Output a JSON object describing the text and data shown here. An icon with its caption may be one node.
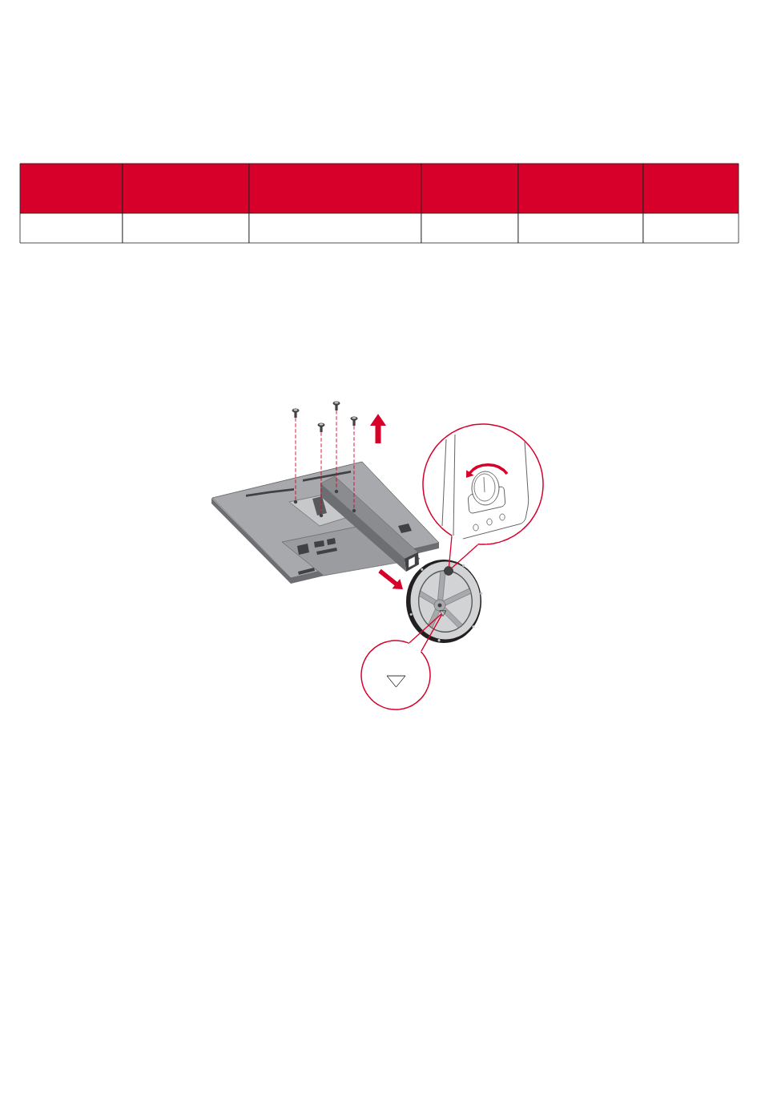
{
  "diagram": {
    "nodes": [
      {
        "text": [],
        "shape": "picture"
      },
      {
        "text": [],
        "shape": "picture"
      },
      {
        "text": [],
        "shape": "picture"
      },
      {
        "text": [],
        "shape": "picture"
      },
      {
        "text": [],
        "shape": "picture"
      },
      {
        "text": [],
        "shape": "circle",
        "in": 4
      },
      {
        "text": [],
        "shape": "circle",
        "in": 4
      },
      {
        "text": [],
        "shape": "circle",
        "in": 4
      },
      {
        "text": [],
        "shape": "circle",
        "in": 4
      },
      {
        "text": [],
        "shape": "circle"
      },
      {
        "text": [],
        "shape": "picture"
      },
      {
        "text": [],
        "shape": "circle",
        "in": 10
      },
      {
        "text": [],
        "shape": "triangle",
        "in": 10
      },
      {
        "text": [],
        "shape": "circle"
      }
    ],
    "edges": [
      {
        "from": 0,
        "to": 5,
        "arrow": "none",
        "style": "dashed"
      },
      {
        "from": 1,
        "to": 6,
        "arrow": "none",
        "style": "dashed"
      },
      {
        "from": 2,
        "to": 7,
        "arrow": "none",
        "style": "dashed"
      },
      {
        "from": 3,
        "to": 8,
        "arrow": "none",
        "style": "dashed"
      },
      {
        "from": 9,
        "to": 11,
        "arrow": "none"
      },
      {
        "from": 13,
        "to": 12,
        "arrow": "none"
      }
    ]
  }
}
